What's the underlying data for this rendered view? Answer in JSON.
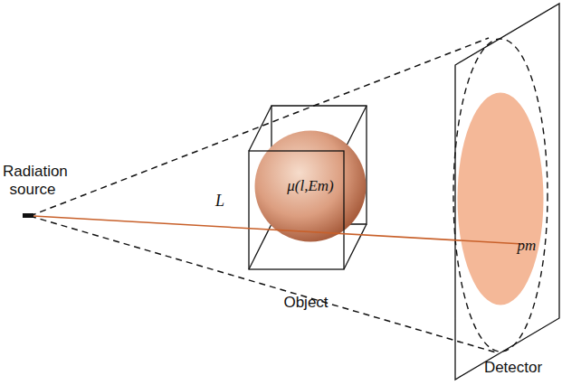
{
  "diagram": {
    "nodes": [
      {
        "text": [
          "μ(l,Em)"
        ]
      },
      {
        "text": [
          "pm"
        ]
      }
    ],
    "labels": [
      "Radiation source",
      "L",
      "Object",
      "Detector"
    ]
  }
}
